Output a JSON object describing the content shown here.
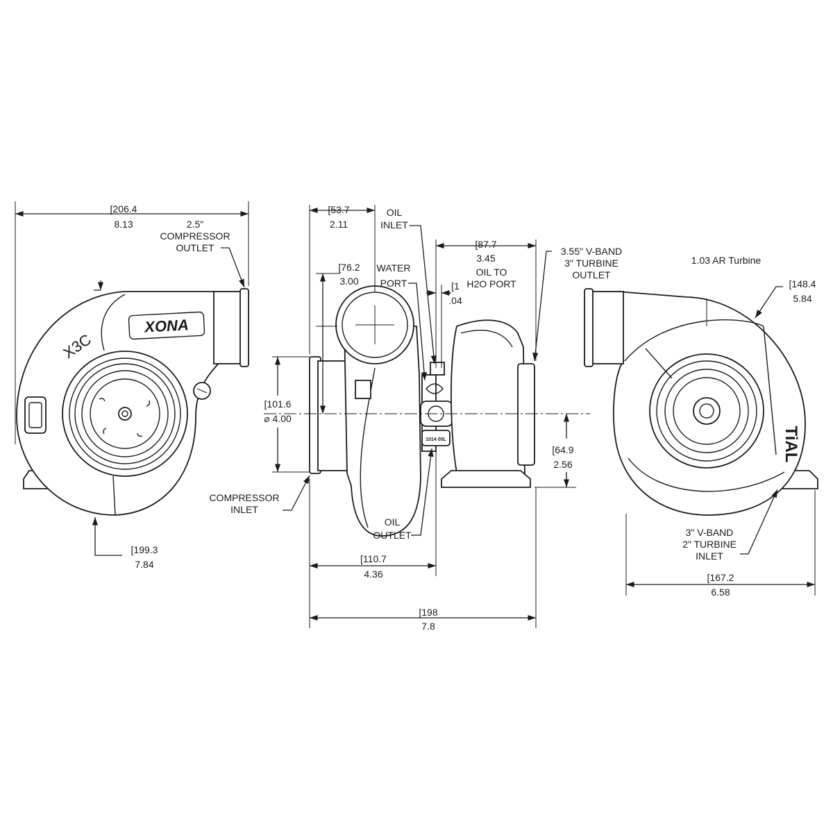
{
  "colors": {
    "line": "#1a1a1a",
    "background": "#ffffff"
  },
  "front_view": {
    "overall_width": {
      "mm": "[206.4",
      "in": "8.13"
    },
    "compressor_outlet_label": [
      "2.5\"",
      "COMPRESSOR",
      "OUTLET"
    ],
    "compressor_inlet_label": [
      "COMPRESSOR",
      "INLET"
    ],
    "height_dim": {
      "mm": "[199.3",
      "in": "7.84"
    },
    "housing_mark": "X3C",
    "brand_logo": "XONA"
  },
  "side_view": {
    "dim_53_7": {
      "mm": "[53.7",
      "in": "2.11"
    },
    "oil_inlet_label": [
      "OIL",
      "INLET"
    ],
    "dim_87_7": {
      "mm": "[87.7",
      "in": "3.45"
    },
    "vband_outlet_label": [
      "3.55\" V-BAND",
      "3\" TURBINE",
      "OUTLET"
    ],
    "dim_76_2": {
      "mm": "[76.2",
      "in": "3.00"
    },
    "water_port_label": [
      "WATER",
      "PORT"
    ],
    "oil_to_h2o_label": [
      "OIL TO",
      "H2O PORT"
    ],
    "dim_1": {
      "mm": "[1",
      "in": ".04"
    },
    "inlet_diameter": {
      "mm": "[101.6",
      "in": "⌀ 4.00"
    },
    "dim_64_9": {
      "mm": "[64.9",
      "in": "2.56"
    },
    "oil_outlet_label": [
      "OIL",
      "OUTLET"
    ],
    "dim_110_7": {
      "mm": "[110.7",
      "in": "4.36"
    },
    "overall_length": {
      "mm": "[198",
      "in": "7.8"
    },
    "cartridge_mark": "1014 00L"
  },
  "rear_view": {
    "turbine_ar": "1.03 AR Turbine",
    "dim_148_4": {
      "mm": "[148.4",
      "in": "5.84"
    },
    "vband_inlet_label": [
      "3\" V-BAND",
      "2\" TURBINE",
      "INLET"
    ],
    "dim_167_2": {
      "mm": "[167.2",
      "in": "6.58"
    },
    "brand_mark": "TiAL"
  }
}
